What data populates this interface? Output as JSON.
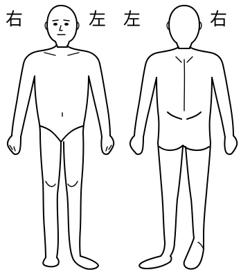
{
  "figure": {
    "labels": {
      "front_right": "右",
      "front_left": "左",
      "back_left": "左",
      "back_right": "右"
    }
  },
  "colors": {
    "background": "#ffffff",
    "line": "#000000"
  }
}
